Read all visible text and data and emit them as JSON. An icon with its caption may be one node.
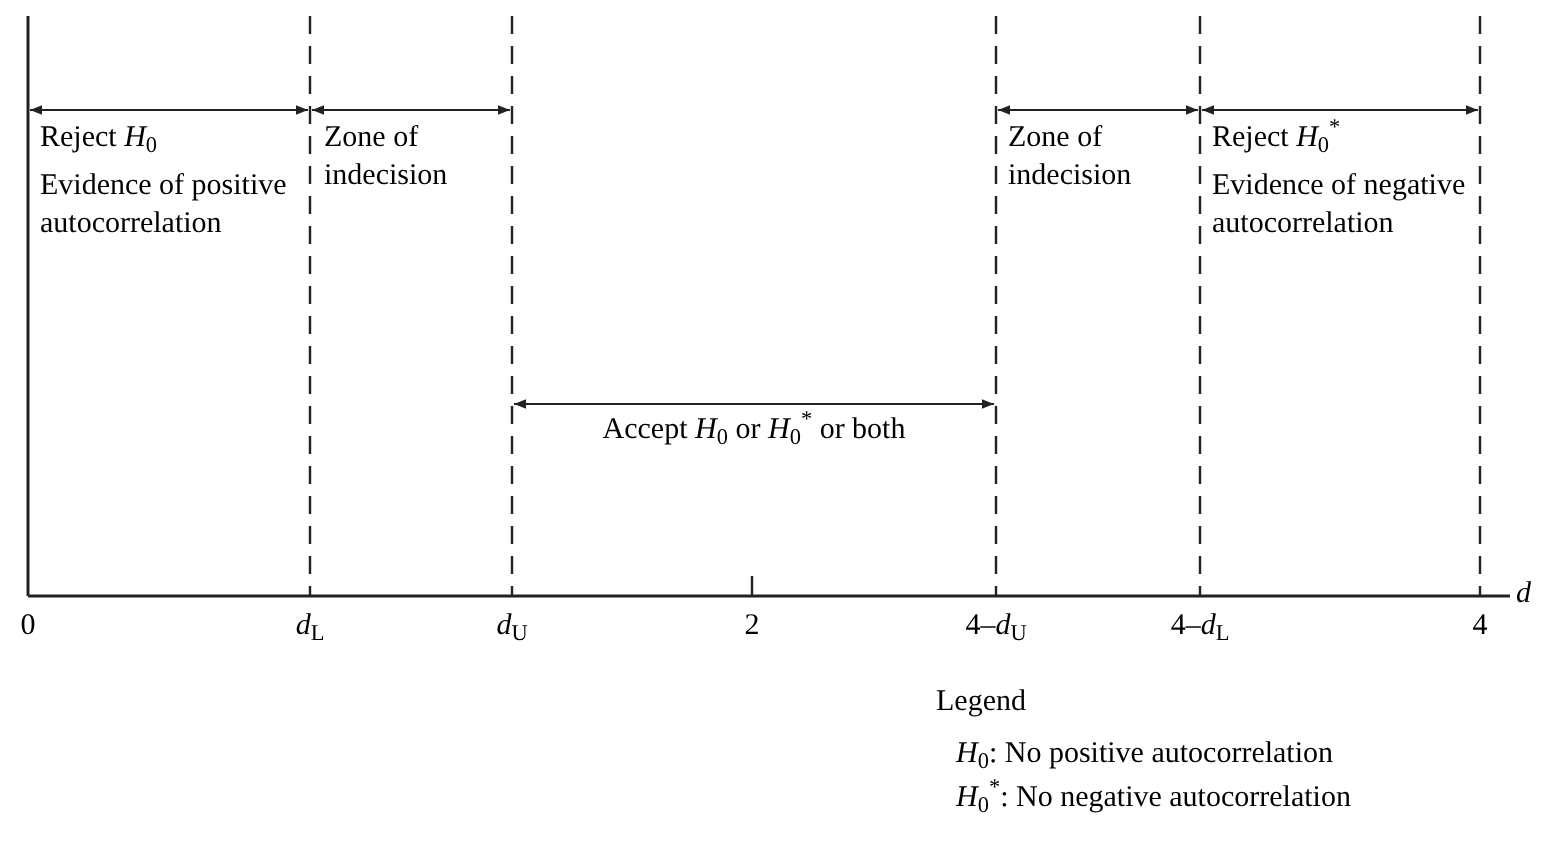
{
  "diagram": {
    "labels": [
      "Reject *H*$_{0}$",
      "Evidence of positive autocorrelation",
      "Zone of indecision",
      "Zone of indecision",
      "Reject *H*$_{0}$$^{*}$",
      "Evidence of negative autocorrelation",
      "Accept *H*$_{0}$ or *H*$_{0}$$^{*}$ or both",
      "0",
      "*d*$_{L}$",
      "*d*$_{U}$",
      "2",
      "4–*d*$_{U}$",
      "4–*d*$_{L}$",
      "4",
      "*d*",
      "Legend"
    ],
    "legend": [
      {
        "text": "*H*$_{0}$: No positive autocorrelation"
      },
      {
        "text": "*H*$_{0}$$^{*}$: No negative autocorrelation"
      }
    ]
  }
}
